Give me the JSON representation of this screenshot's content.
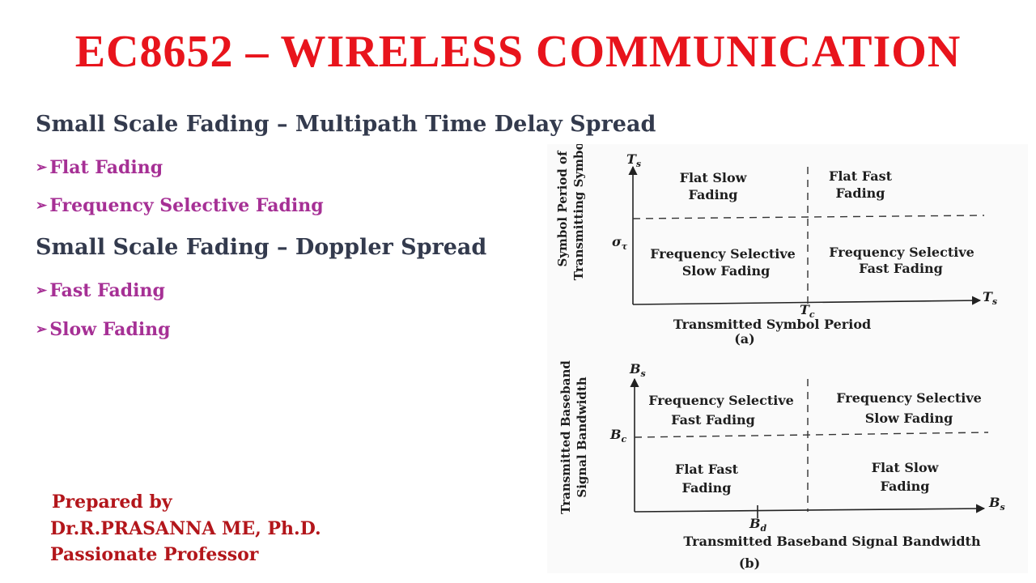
{
  "title": "EC8652 – WIRELESS COMMUNICATION",
  "sections": [
    {
      "heading": "Small Scale Fading – Multipath Time Delay Spread",
      "items": [
        "Flat Fading",
        "Frequency Selective Fading"
      ]
    },
    {
      "heading": "Small Scale Fading – Doppler Spread",
      "items": [
        "Fast Fading",
        "Slow Fading"
      ]
    }
  ],
  "bullet_glyph": "➢",
  "credits": {
    "line1": "Prepared by",
    "line2": "Dr.R.PRASANNA ME, Ph.D.",
    "line3": "Passionate Professor"
  },
  "diagram_a": {
    "y_axis_symbol": "T",
    "y_axis_sub": "s",
    "y_axis_label_1": "Symbol Period of",
    "y_axis_label_2": "Transmitting Symbol",
    "x_axis_symbol": "T",
    "x_axis_sub": "s",
    "threshold_y_symbol": "σ",
    "threshold_y_sub": "τ",
    "threshold_x_symbol": "T",
    "threshold_x_sub": "c",
    "top_left_1": "Flat Slow",
    "top_left_2": "Fading",
    "top_right_1": "Flat Fast",
    "top_right_2": "Fading",
    "bottom_left_1": "Frequency Selective",
    "bottom_left_2": "Slow Fading",
    "bottom_right_1": "Frequency Selective",
    "bottom_right_2": "Fast Fading",
    "x_axis_label": "Transmitted Symbol Period",
    "caption": "(a)"
  },
  "diagram_b": {
    "y_axis_symbol": "B",
    "y_axis_sub": "s",
    "y_axis_label_1": "Transmitted Baseband",
    "y_axis_label_2": "Signal Bandwidth",
    "x_axis_symbol": "B",
    "x_axis_sub": "s",
    "threshold_y_symbol": "B",
    "threshold_y_sub": "c",
    "threshold_x_symbol": "B",
    "threshold_x_sub": "d",
    "top_left_1": "Frequency Selective",
    "top_left_2": "Fast Fading",
    "top_right_1": "Frequency Selective",
    "top_right_2": "Slow Fading",
    "bottom_left_1": "Flat Fast",
    "bottom_left_2": "Fading",
    "bottom_right_1": "Flat Slow",
    "bottom_right_2": "Fading",
    "x_axis_label": "Transmitted Baseband Signal Bandwidth",
    "caption": "(b)"
  },
  "colors": {
    "title": "#e8141c",
    "heading": "#333a4d",
    "bullet": "#a63095",
    "credit": "#b3161b"
  }
}
